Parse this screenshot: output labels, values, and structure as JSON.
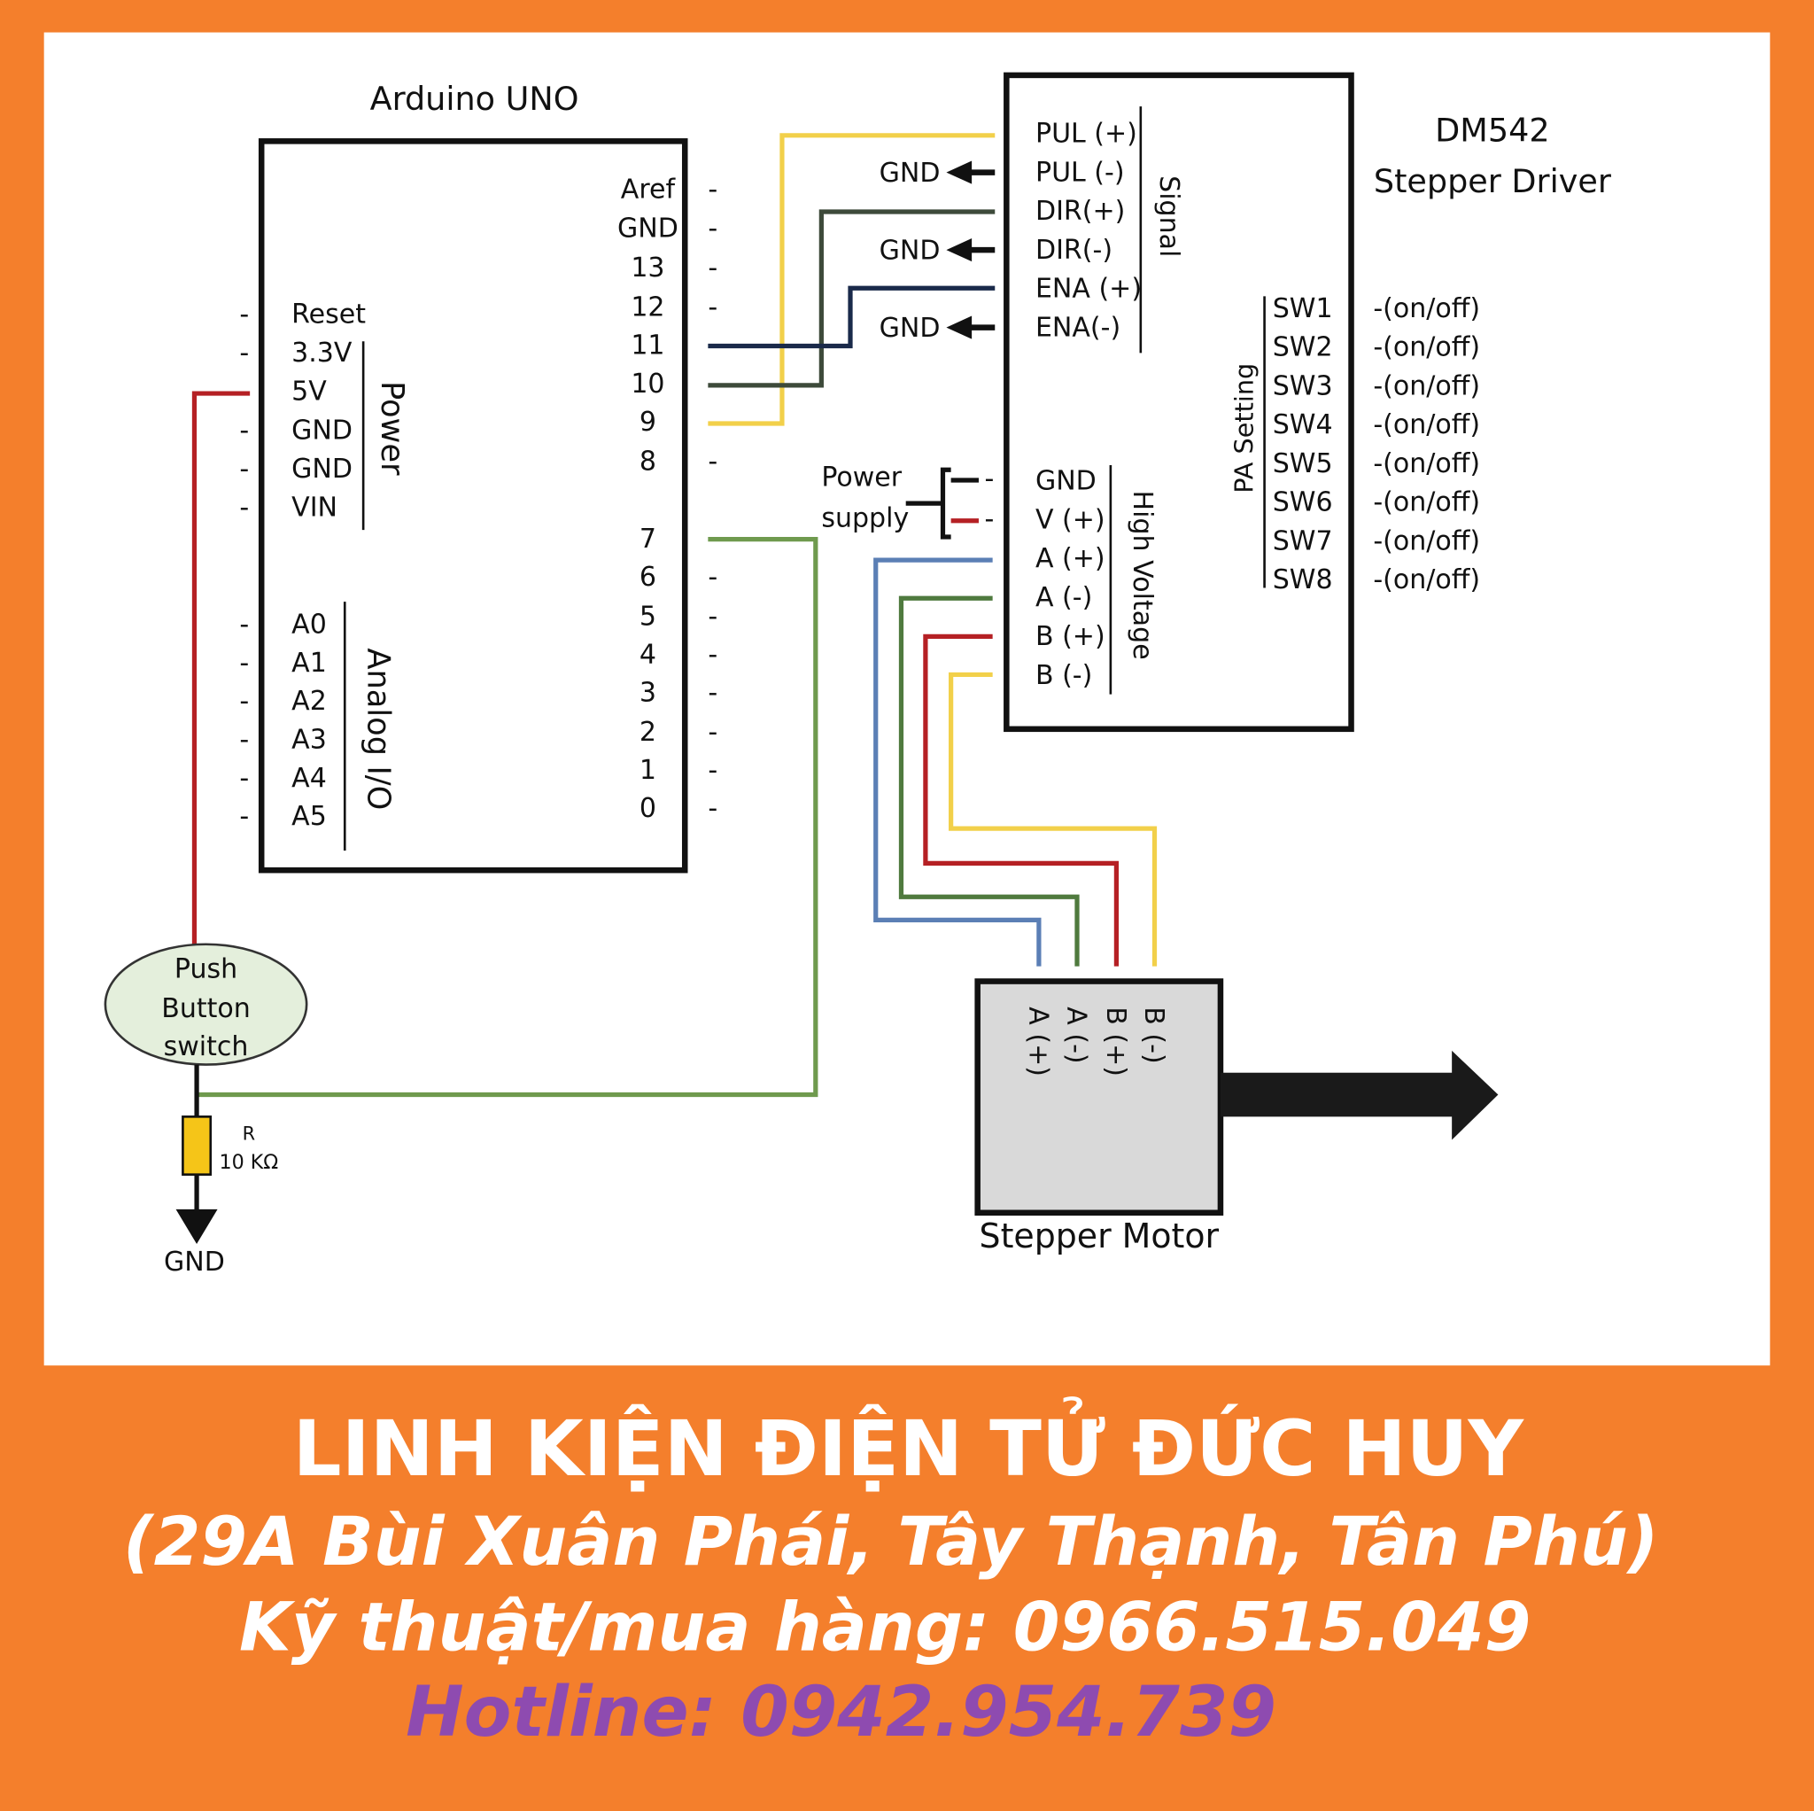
{
  "arduino": {
    "title": "Arduino UNO",
    "right_pins": [
      "Aref",
      "GND",
      "13",
      "12",
      "11",
      "10",
      "9",
      "8",
      "7",
      "6",
      "5",
      "4",
      "3",
      "2",
      "1",
      "0"
    ],
    "power_pins": [
      "Reset",
      "3.3V",
      "5V",
      "GND",
      "GND",
      "VIN"
    ],
    "power_label": "Power",
    "analog_pins": [
      "A0",
      "A1",
      "A2",
      "A3",
      "A4",
      "A5"
    ],
    "analog_label": "Analog I/O",
    "dash": "-"
  },
  "driver": {
    "title": "DM542",
    "subtitle": "Stepper Driver",
    "signal_pins": [
      "PUL (+)",
      "PUL (-)",
      "DIR(+)",
      "DIR(-)",
      "ENA (+)",
      "ENA(-)"
    ],
    "signal_label": "Signal",
    "hv_pins": [
      "GND",
      "V (+)",
      "A (+)",
      "A (-)",
      "B (+)",
      "B (-)"
    ],
    "hv_label": "High Voltage",
    "pa_label": "PA Setting",
    "switches": [
      "SW1",
      "SW2",
      "SW3",
      "SW4",
      "SW5",
      "SW6",
      "SW7",
      "SW8"
    ],
    "switch_state": "-(on/off)",
    "gnd_label": "GND",
    "power_supply": [
      "Power",
      "supply"
    ]
  },
  "button": {
    "lines": [
      "Push",
      "Button",
      "switch"
    ]
  },
  "resistor": {
    "name": "R",
    "value": "10 KΩ"
  },
  "ground_label": "GND",
  "motor": {
    "title": "Stepper Motor",
    "pins": [
      "A (+)",
      "A (-)",
      "B (+)",
      "B (-)"
    ]
  },
  "banner": {
    "company": "LINH KIỆN ĐIỆN TỬ ĐỨC HUY",
    "address": "(29A Bùi Xuân Phái, Tây Thạnh, Tân Phú)",
    "tech": "Kỹ thuật/mua hàng: 0966.515.049",
    "hotline": "Hotline:  0942.954.739"
  },
  "colors": {
    "orange": "#f47f2c",
    "purple": "#8e4bb0",
    "yellow": "#f2d04a",
    "red": "#b52024",
    "blue": "#5b7fb5",
    "green": "#6f9a4e",
    "darkgreen": "#3d4a3a",
    "navy": "#1a2a4a"
  }
}
